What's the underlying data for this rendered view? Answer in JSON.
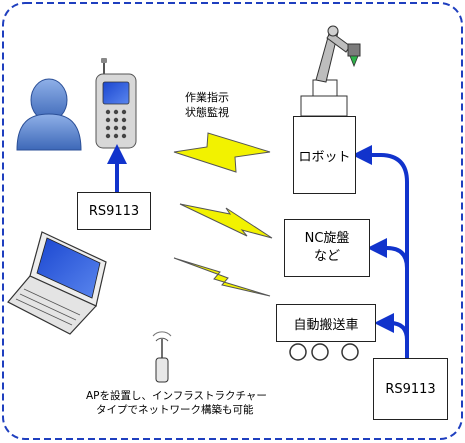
{
  "instruction_label": [
    "作業指示",
    "状態監視"
  ],
  "rs9113_top_label": "RS9113",
  "robot_label": "ロボット",
  "nc_label": [
    "NC旋盤",
    "など"
  ],
  "agv_label": "自動搬送車",
  "rs9113_bottom_label": "RS9113",
  "ap_caption": [
    "APを設置し、インフラストラクチャー",
    "タイプでネットワーク構築も可能"
  ],
  "colors": {
    "frame": "#1f3fbf",
    "arrow": "#1133cc",
    "bolt": "#f2f200",
    "person": "#4a78c8",
    "screen": "#2a55d8"
  }
}
